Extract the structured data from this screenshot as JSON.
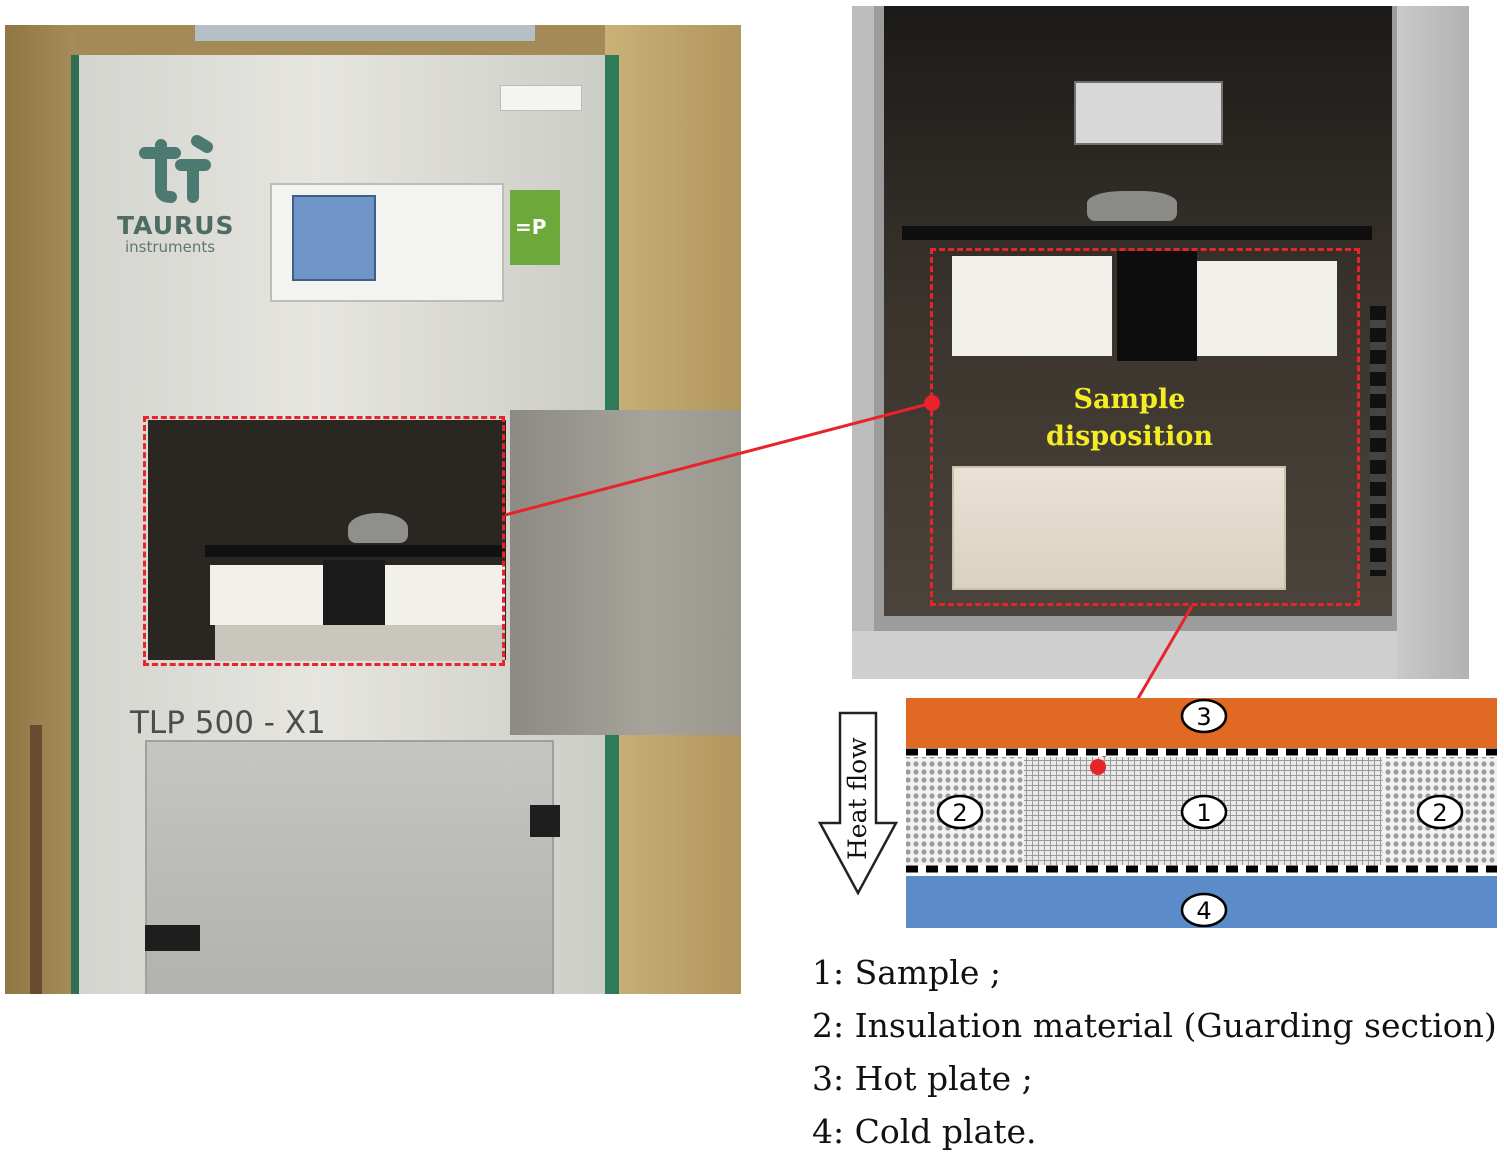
{
  "left_photo": {
    "brand": "TAURUS",
    "brand_sub": "instruments",
    "model": "TLP 500 - X1"
  },
  "right_photo": {
    "label_line1": "Sample",
    "label_line2": "disposition"
  },
  "schematic": {
    "arrow_label": "Heat flow",
    "markers": [
      "1",
      "2",
      "2",
      "3",
      "4"
    ],
    "colors": {
      "hot_plate": "#e06a23",
      "cold_plate": "#5b8cc9",
      "callout": "#e8232a",
      "label_text": "#f4ec25"
    }
  },
  "legend": [
    "1: Sample ;",
    "2: Insulation material (Guarding section) ;",
    "3: Hot plate ;",
    "4: Cold plate."
  ]
}
